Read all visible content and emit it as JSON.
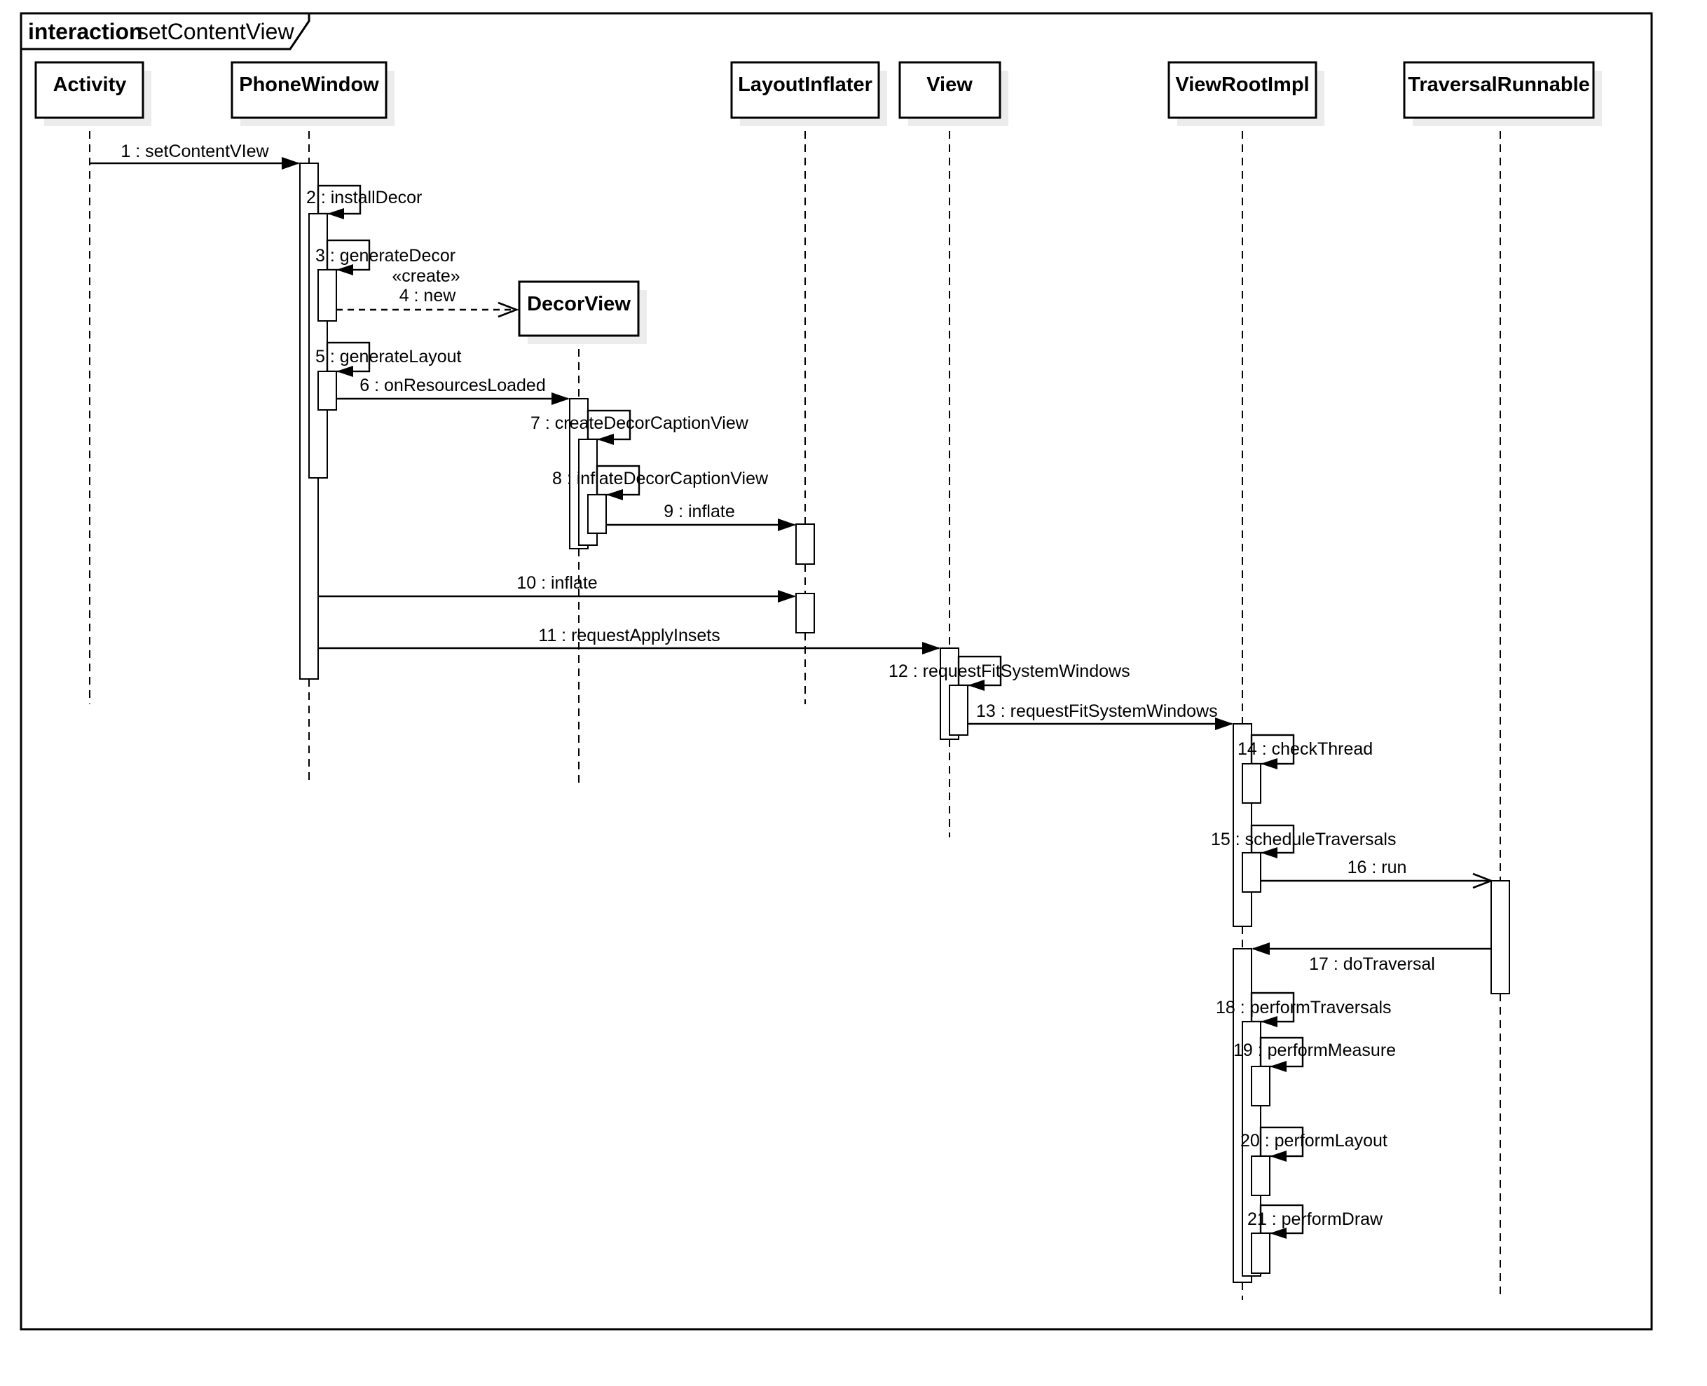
{
  "frame": {
    "keyword": "interaction",
    "name": "setContentView"
  },
  "lifelines": [
    {
      "id": "activity",
      "label": "Activity",
      "created": false
    },
    {
      "id": "phonewindow",
      "label": "PhoneWindow",
      "created": false
    },
    {
      "id": "decorview",
      "label": "DecorView",
      "created": true
    },
    {
      "id": "layoutinflater",
      "label": "LayoutInflater",
      "created": false
    },
    {
      "id": "view",
      "label": "View",
      "created": false
    },
    {
      "id": "viewrootimpl",
      "label": "ViewRootImpl",
      "created": false
    },
    {
      "id": "traversalrunnable",
      "label": "TraversalRunnable",
      "created": false
    }
  ],
  "messages": [
    {
      "num": 1,
      "label": "1 : setContentVIew",
      "from": "Activity",
      "to": "PhoneWindow",
      "type": "synchronous"
    },
    {
      "num": 2,
      "label": "2 : installDecor",
      "from": "PhoneWindow",
      "to": "PhoneWindow",
      "type": "self"
    },
    {
      "num": 3,
      "label": "3 : generateDecor",
      "from": "PhoneWindow",
      "to": "PhoneWindow",
      "type": "self"
    },
    {
      "num": 4,
      "label": "4 : new",
      "stereotype": "«create»",
      "from": "PhoneWindow",
      "to": "DecorView",
      "type": "create"
    },
    {
      "num": 5,
      "label": "5 : generateLayout",
      "from": "PhoneWindow",
      "to": "PhoneWindow",
      "type": "self"
    },
    {
      "num": 6,
      "label": "6 : onResourcesLoaded",
      "from": "PhoneWindow",
      "to": "DecorView",
      "type": "synchronous"
    },
    {
      "num": 7,
      "label": "7 : createDecorCaptionView",
      "from": "DecorView",
      "to": "DecorView",
      "type": "self"
    },
    {
      "num": 8,
      "label": "8 : inflateDecorCaptionView",
      "from": "DecorView",
      "to": "DecorView",
      "type": "self"
    },
    {
      "num": 9,
      "label": "9 : inflate",
      "from": "DecorView",
      "to": "LayoutInflater",
      "type": "synchronous"
    },
    {
      "num": 10,
      "label": "10 : inflate",
      "from": "PhoneWindow",
      "to": "LayoutInflater",
      "type": "synchronous"
    },
    {
      "num": 11,
      "label": "11 : requestApplyInsets",
      "from": "PhoneWindow",
      "to": "View",
      "type": "synchronous"
    },
    {
      "num": 12,
      "label": "12 : requestFitSystemWindows",
      "from": "View",
      "to": "View",
      "type": "self"
    },
    {
      "num": 13,
      "label": "13 : requestFitSystemWindows",
      "from": "View",
      "to": "ViewRootImpl",
      "type": "synchronous"
    },
    {
      "num": 14,
      "label": "14 : checkThread",
      "from": "ViewRootImpl",
      "to": "ViewRootImpl",
      "type": "self"
    },
    {
      "num": 15,
      "label": "15 : scheduleTraversals",
      "from": "ViewRootImpl",
      "to": "ViewRootImpl",
      "type": "self"
    },
    {
      "num": 16,
      "label": "16 : run",
      "from": "ViewRootImpl",
      "to": "TraversalRunnable",
      "type": "asynchronous"
    },
    {
      "num": 17,
      "label": "17 : doTraversal",
      "from": "TraversalRunnable",
      "to": "ViewRootImpl",
      "type": "synchronous"
    },
    {
      "num": 18,
      "label": "18 : performTraversals",
      "from": "ViewRootImpl",
      "to": "ViewRootImpl",
      "type": "self"
    },
    {
      "num": 19,
      "label": "19 : performMeasure",
      "from": "ViewRootImpl",
      "to": "ViewRootImpl",
      "type": "self"
    },
    {
      "num": 20,
      "label": "20 : performLayout",
      "from": "ViewRootImpl",
      "to": "ViewRootImpl",
      "type": "self"
    },
    {
      "num": 21,
      "label": "21 : performDraw",
      "from": "ViewRootImpl",
      "to": "ViewRootImpl",
      "type": "self"
    }
  ]
}
